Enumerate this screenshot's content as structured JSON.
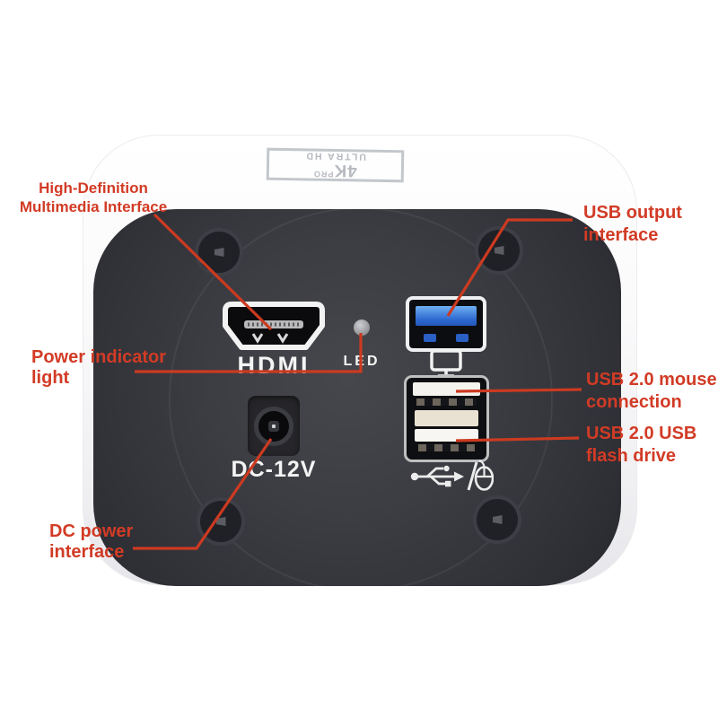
{
  "title": "4K industrial camera back panel - annotated port diagram",
  "colors": {
    "accent_red": "#d23b25",
    "annotation_line_red": "#cc3a20",
    "panel_dark": "#3a3b41",
    "body_white": "#ffffff",
    "usb3_blue": "#2c67cf",
    "logo_gray": "#b6bac0"
  },
  "logo": {
    "main": "4K",
    "sup": "PRO",
    "sub": "ULTRA HD"
  },
  "ports": {
    "hdmi_label": "HDMI",
    "led_label": "LED",
    "dc_label": "DC-12V"
  },
  "icons": [
    "hdmi-port-icon",
    "led-indicator-dot",
    "usb3-port-icon",
    "monitor-icon",
    "usb2-dual-port-icon",
    "usb-trident-icon",
    "mouse-icon",
    "screw-icon",
    "dc-jack-icon"
  ],
  "annotations": {
    "hdmi": {
      "line1": "High-Definition",
      "line2": "Multimedia Interface"
    },
    "power_led": {
      "line1": "Power indicator",
      "line2": "light"
    },
    "dc": {
      "line1": "DC power",
      "line2": "interface"
    },
    "usb_out": {
      "line1": "USB output",
      "line2": "interface"
    },
    "usb_mouse": {
      "line1": "USB 2.0 mouse",
      "line2": "connection"
    },
    "usb_flash": {
      "line1": "USB 2.0 USB",
      "line2": "flash drive"
    }
  }
}
